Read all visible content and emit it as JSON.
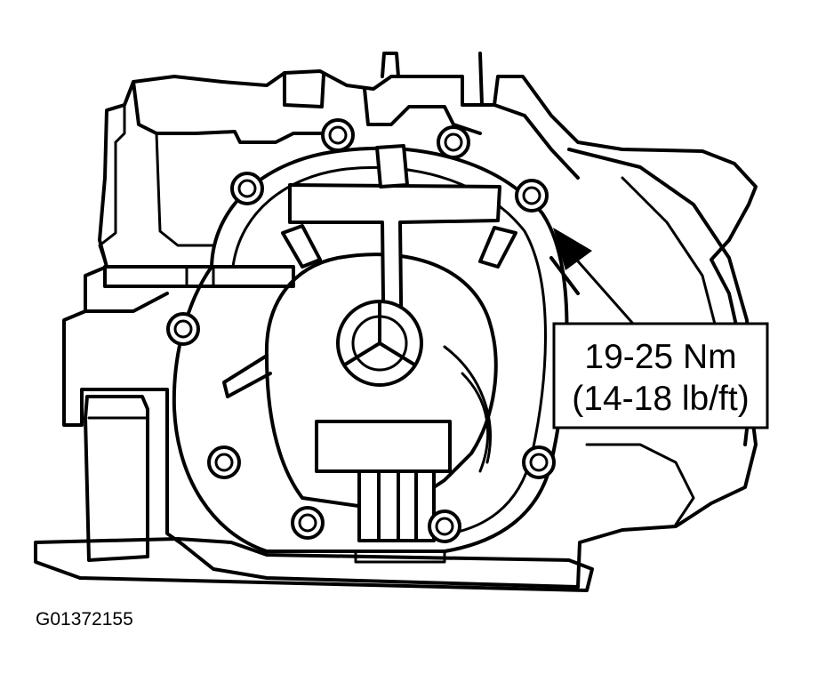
{
  "callout": {
    "line1": "19-25 Nm",
    "line2": "(14-18 lb/ft)"
  },
  "figure_id": "G01372155",
  "colors": {
    "ink": "#000000",
    "paper": "#ffffff"
  }
}
